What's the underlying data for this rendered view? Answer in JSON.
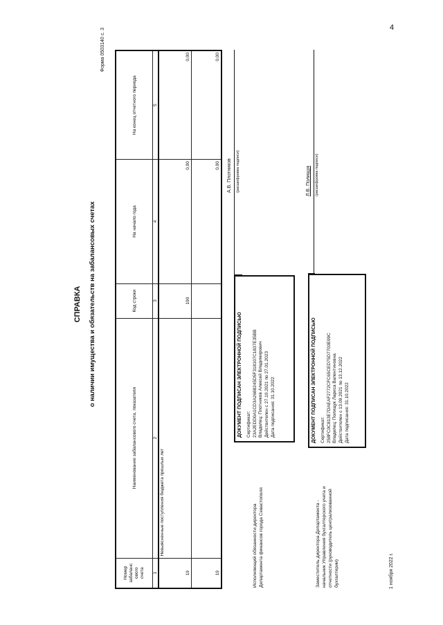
{
  "page_number": "4",
  "form_label": "Форма 0503140 с. 3",
  "title": "СПРАВКА",
  "subtitle": "о наличии имущества и обязательств на забалансовых счетах",
  "table": {
    "headers": [
      "Номер забалансового счета",
      "Наименование забалансового счета, показателя",
      "Код строки",
      "На начало года",
      "На конец отчетного периода"
    ],
    "header_col1_lines": [
      "Номер",
      "забаланс",
      "ового",
      "счета"
    ],
    "column_numbers": [
      "1",
      "2",
      "3",
      "4",
      "5"
    ],
    "section_label": "Невыясненные поступления бюджета прошлых лет",
    "rows": [
      {
        "account": "19",
        "name": "",
        "code": "190",
        "start": "0,00",
        "end": "0,00"
      },
      {
        "account": "19",
        "name": "",
        "code": "",
        "start": "0,00",
        "end": "0,00"
      }
    ]
  },
  "signers": [
    {
      "position": [
        "Исполняющий обязанности директора",
        "Департамента финансов города Севастополя"
      ],
      "stamp": {
        "heading": "ДОКУМЕНТ ПОДПИСАН ЭЛЕКТРОННОЙ ПОДПИСЬЮ",
        "cert_label": "Сертификат:",
        "cert": "23A2EDD0A1CD3A2688245D5F318107C1837E35BB",
        "owner": "Владелец: Плотников Алексей Владимирович",
        "valid": "Действителен с 27.10.2021 по 27.01.2023",
        "signed": "Дата подписания: 31.10.2022"
      },
      "name": "А.В. Плотников",
      "name_caption": "(расшифровка подписи)"
    },
    {
      "position": [
        "Заместитель директора Департамента -",
        "начальник Управления бухгалтерского учета и",
        "отчетности (руководитель централизованной",
        "бухгалтерии)"
      ],
      "stamp": {
        "heading": "ДОКУМЕНТ ПОДПИСАН ЭЛЕКТРОННОЙ ПОДПИСЬЮ",
        "cert_label": "Сертификат:",
        "cert": "258FC0C813E7DAEAF2772CFC65CED75D7703E09C",
        "owner": "Владелец: Полищук Лариса Валентиновна",
        "valid": "Действителен с 13.09.2021 по 13.12.2022",
        "signed": "Дата подписания: 31.10.2022"
      },
      "name": "Л.В. Полищук",
      "name_caption": "(расшифровка подписи)"
    }
  ],
  "date": "1 ноября 2022 г."
}
